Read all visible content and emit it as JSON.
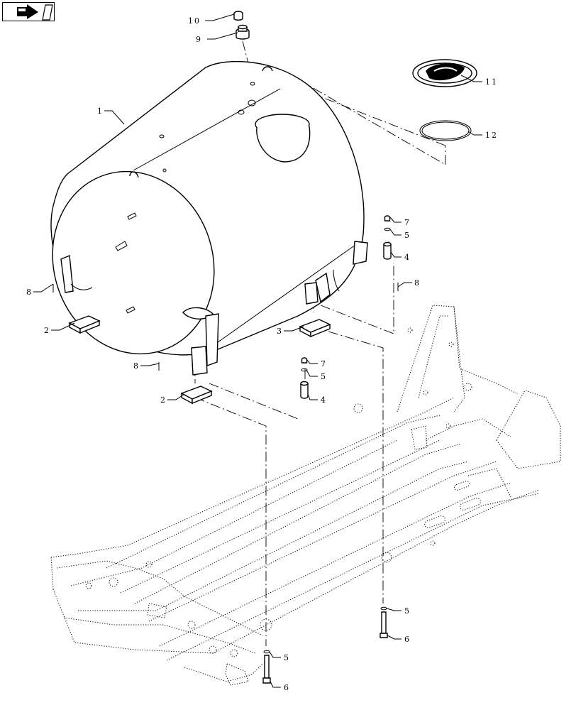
{
  "navigation": {
    "icon": "arrow-right-icon"
  },
  "callouts": [
    {
      "id": "c10",
      "label": "10"
    },
    {
      "id": "c9",
      "label": "9"
    },
    {
      "id": "c1",
      "label": "1"
    },
    {
      "id": "c11",
      "label": "11"
    },
    {
      "id": "c12",
      "label": "12"
    },
    {
      "id": "c7a",
      "label": "7"
    },
    {
      "id": "c5a",
      "label": "5"
    },
    {
      "id": "c4a",
      "label": "4"
    },
    {
      "id": "c8a",
      "label": "8"
    },
    {
      "id": "c8b",
      "label": "8"
    },
    {
      "id": "c2a",
      "label": "2"
    },
    {
      "id": "c3",
      "label": "3"
    },
    {
      "id": "c8c",
      "label": "8"
    },
    {
      "id": "c7b",
      "label": "7"
    },
    {
      "id": "c5b",
      "label": "5"
    },
    {
      "id": "c2b",
      "label": "2"
    },
    {
      "id": "c4b",
      "label": "4"
    },
    {
      "id": "c5c",
      "label": "5"
    },
    {
      "id": "c6a",
      "label": "6"
    },
    {
      "id": "c5d",
      "label": "5"
    },
    {
      "id": "c6b",
      "label": "6"
    }
  ]
}
